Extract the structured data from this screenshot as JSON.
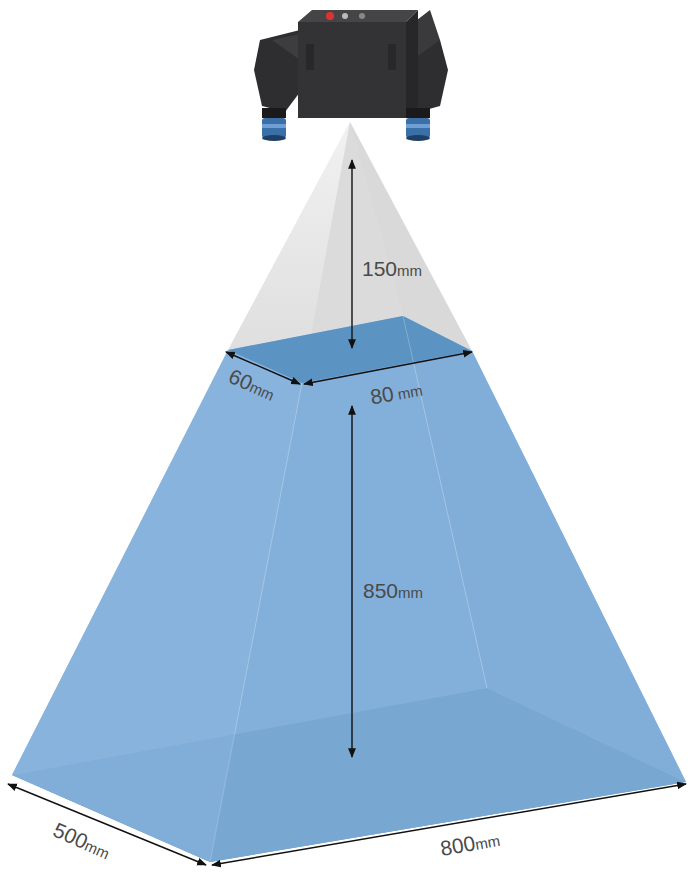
{
  "diagram": {
    "labels": [
      "150mm",
      "60mm",
      "80 mm",
      "850mm",
      "500mm",
      "800mm"
    ]
  }
}
